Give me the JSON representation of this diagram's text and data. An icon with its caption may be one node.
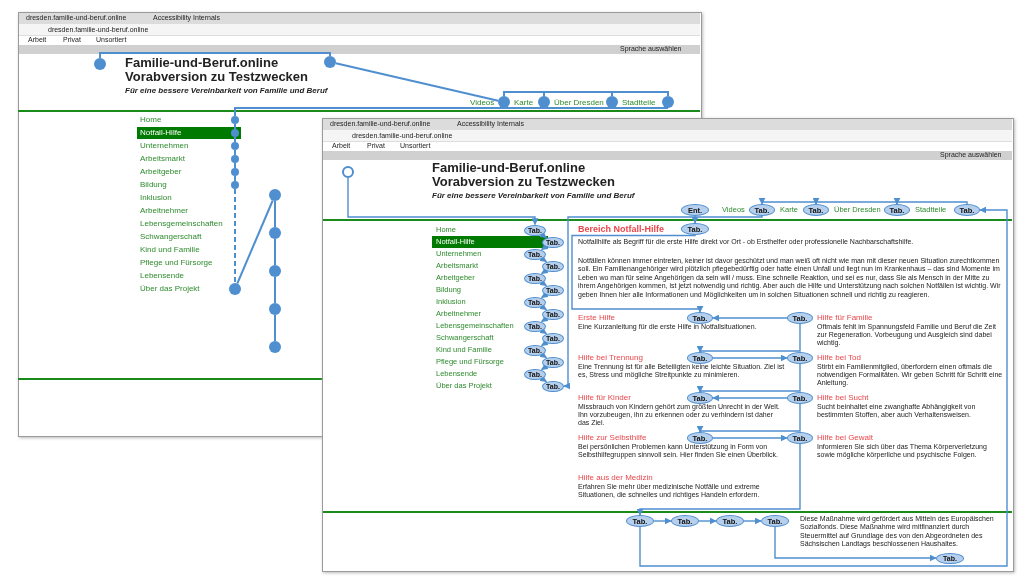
{
  "diagram": {
    "nodes": [
      {
        "text": [],
        "shape": "circle"
      },
      {
        "text": [],
        "shape": "circle"
      },
      {
        "text": [],
        "shape": "circle"
      },
      {
        "text": [],
        "shape": "circle"
      },
      {
        "text": [],
        "shape": "circle"
      },
      {
        "text": [],
        "shape": "circle"
      },
      {
        "text": [],
        "shape": "circle"
      },
      {
        "text": [],
        "shape": "circle"
      },
      {
        "text": [],
        "shape": "circle"
      },
      {
        "text": [],
        "shape": "circle"
      },
      {
        "text": [],
        "shape": "circle"
      },
      {
        "text": [],
        "shape": "circle"
      },
      {
        "text": [],
        "shape": "circle"
      },
      {
        "text": [],
        "shape": "circle"
      },
      {
        "text": [],
        "shape": "circle"
      },
      {
        "text": [],
        "shape": "circle"
      },
      {
        "text": [],
        "shape": "circle"
      },
      {
        "text": [],
        "shape": "circle"
      },
      {
        "text": [],
        "shape": "circle"
      },
      {
        "text": [
          "Tab."
        ]
      },
      {
        "text": [
          "Tab."
        ]
      },
      {
        "text": [
          "Tab."
        ]
      },
      {
        "text": [
          "Tab."
        ]
      },
      {
        "text": [
          "Tab."
        ]
      },
      {
        "text": [
          "Tab."
        ]
      },
      {
        "text": [
          "Tab."
        ]
      },
      {
        "text": [
          "Tab."
        ]
      },
      {
        "text": [
          "Tab."
        ]
      },
      {
        "text": [
          "Tab."
        ]
      },
      {
        "text": [
          "Tab."
        ]
      },
      {
        "text": [
          "Tab."
        ]
      },
      {
        "text": [
          "Tab."
        ]
      },
      {
        "text": [
          "Tab."
        ]
      },
      {
        "text": [
          "Ent."
        ]
      },
      {
        "text": [
          "Tab."
        ]
      },
      {
        "text": [
          "Tab."
        ]
      },
      {
        "text": [
          "Tab."
        ]
      },
      {
        "text": [
          "Tab."
        ]
      },
      {
        "text": [
          "Tab."
        ]
      },
      {
        "text": [
          "Tab."
        ]
      },
      {
        "text": [
          "Tab."
        ]
      },
      {
        "text": [
          "Tab."
        ]
      },
      {
        "text": [
          "Tab."
        ]
      },
      {
        "text": [
          "Tab."
        ]
      },
      {
        "text": [
          "Tab."
        ]
      },
      {
        "text": [
          "Tab."
        ]
      },
      {
        "text": [
          "Tab."
        ]
      },
      {
        "text": [
          "Tab."
        ]
      },
      {
        "text": [
          "Tab."
        ]
      },
      {
        "text": [
          "Tab."
        ]
      },
      {
        "text": [
          "Tab."
        ]
      },
      {
        "text": [
          "Tab."
        ]
      }
    ],
    "edges": [
      {
        "from": 0,
        "to": 1,
        "arrow": "none"
      },
      {
        "from": 1,
        "to": 2,
        "arrow": "none"
      },
      {
        "from": 2,
        "to": 3,
        "arrow": "none"
      },
      {
        "from": 3,
        "to": 4,
        "arrow": "none"
      },
      {
        "from": 4,
        "to": 5,
        "arrow": "none"
      },
      {
        "from": 5,
        "to": 6,
        "arrow": "none"
      },
      {
        "from": 6,
        "to": 7,
        "arrow": "none"
      },
      {
        "from": 7,
        "to": 8,
        "arrow": "none"
      },
      {
        "from": 8,
        "to": 9,
        "arrow": "none"
      },
      {
        "from": 9,
        "to": 10,
        "arrow": "none"
      },
      {
        "from": 10,
        "to": 11,
        "arrow": "none"
      },
      {
        "from": 11,
        "to": 12,
        "arrow": "none",
        "style": "dashed"
      },
      {
        "from": 12,
        "to": 13,
        "arrow": "none"
      },
      {
        "from": 13,
        "to": 14,
        "arrow": "none"
      },
      {
        "from": 14,
        "to": 15,
        "arrow": "none"
      },
      {
        "from": 15,
        "to": 16,
        "arrow": "none"
      },
      {
        "from": 16,
        "to": 17,
        "arrow": "none"
      },
      {
        "from": 18,
        "to": 19,
        "arrow": "to"
      },
      {
        "from": 19,
        "to": 20,
        "arrow": "to"
      },
      {
        "from": 20,
        "to": 21,
        "arrow": "to"
      },
      {
        "from": 21,
        "to": 22,
        "arrow": "to"
      },
      {
        "from": 22,
        "to": 23,
        "arrow": "to"
      },
      {
        "from": 23,
        "to": 24,
        "arrow": "to"
      },
      {
        "from": 24,
        "to": 25,
        "arrow": "to"
      },
      {
        "from": 25,
        "to": 26,
        "arrow": "to"
      },
      {
        "from": 26,
        "to": 27,
        "arrow": "to"
      },
      {
        "from": 27,
        "to": 28,
        "arrow": "to"
      },
      {
        "from": 28,
        "to": 29,
        "arrow": "to"
      },
      {
        "from": 29,
        "to": 30,
        "arrow": "to"
      },
      {
        "from": 30,
        "to": 31,
        "arrow": "to"
      },
      {
        "from": 31,
        "to": 32,
        "arrow": "to"
      },
      {
        "from": 33,
        "to": 34,
        "arrow": "to"
      },
      {
        "from": 34,
        "to": 35,
        "arrow": "to"
      },
      {
        "from": 36,
        "to": 35,
        "arrow": "to"
      },
      {
        "from": 36,
        "to": 37,
        "arrow": "to"
      },
      {
        "from": 37,
        "to": 38,
        "arrow": "to"
      },
      {
        "from": 38,
        "to": 39,
        "arrow": "to"
      },
      {
        "from": 40,
        "to": 39,
        "arrow": "to"
      },
      {
        "from": 40,
        "to": 41,
        "arrow": "to"
      },
      {
        "from": 41,
        "to": 42,
        "arrow": "to"
      },
      {
        "from": 42,
        "to": 47,
        "arrow": "to"
      },
      {
        "from": 47,
        "to": 48,
        "arrow": "to"
      },
      {
        "from": 48,
        "to": 49,
        "arrow": "to"
      },
      {
        "from": 49,
        "to": 50,
        "arrow": "to"
      },
      {
        "from": 50,
        "to": 51,
        "arrow": "to"
      },
      {
        "from": 47,
        "to": 46,
        "arrow": "to"
      },
      {
        "from": 46,
        "to": 45,
        "arrow": "to"
      },
      {
        "from": 45,
        "to": 44,
        "arrow": "to"
      },
      {
        "from": 44,
        "to": 43,
        "arrow": "to"
      },
      {
        "from": 43,
        "to": 32,
        "arrow": "to"
      }
    ],
    "labels": [
      "dresden.familie-und-beruf.online",
      "Accessibility Internals",
      "dresden.familie-und-beruf.online",
      "Arbeit",
      "Privat",
      "Unsortiert",
      "Sprache auswählen",
      "Familie-und-Beruf.online",
      "Vorabversion zu Testzwecken",
      "Für eine bessere Vereinbarkeit von Familie und Beruf",
      "Videos",
      "Karte",
      "Über Dresden",
      "Stadtteile",
      "Home",
      "Notfall-Hilfe",
      "Unternehmen",
      "Arbeitsmarkt",
      "Arbeitgeber",
      "Bildung",
      "Inklusion",
      "Arbeitnehmer",
      "Lebensgemeinschaften",
      "Schwangerschaft",
      "Kind und Familie",
      "Pflege und Fürsorge",
      "Lebensende",
      "Über das Projekt",
      "dresden.familie-und-beruf.online",
      "Accessibility Internals",
      "dresden.familie-und-beruf.online",
      "Arbeit",
      "Privat",
      "Unsortiert",
      "Sprache auswählen",
      "Familie-und-Beruf.online",
      "Vorabversion zu Testzwecken",
      "Für eine bessere Vereinbarkeit von Familie und Beruf",
      "Videos",
      "Karte",
      "Über Dresden",
      "Stadtteile",
      "Home",
      "Notfall-Hilfe",
      "Unternehmen",
      "Arbeitsmarkt",
      "Arbeitgeber",
      "Bildung",
      "Inklusion",
      "Arbeitnehmer",
      "Lebensgemeinschaften",
      "Schwangerschaft",
      "Kind und Familie",
      "Pflege und Fürsorge",
      "Lebensende",
      "Über das Projekt",
      "Bereich Notfall-Hilfe",
      "Notfallhilfe als Begriff für die erste Hilfe direkt vor Ort - ob Ersthelfer oder professionelle Nachbarschaftshilfe.",
      "Notfällen können immer eintreten, keiner ist davor geschützt und man weiß oft nicht wie man mit dieser neuen Situation zurechtkommen soll. Ein Familienangehöriger wird plötzlich pflegebedürftig oder hatte einen Unfall und liegt nun im Krankenhaus – das sind Momente im Leben wo man für seine Angehörigen da sein will / muss. Eine schnelle Reaktion, und sei es nur, dass Sie als Mensch in der Mitte zu ihrem Angehörigen kommen, ist jetzt notwendig und richtig. Aber auch die Hilfe und Unterstützung nach solchen Notfällen ist wichtig. Wir geben Ihnen hier alle Informationen und Möglichkeiten um in solchen Situationen schnell und richtig zu reagieren.",
      "Erste Hilfe",
      "Eine Kurzanleitung für die erste Hilfe in Notfallsituationen.",
      "Hilfe für Familie",
      "Oftmals fehlt im Spannungsfeld Familie und Beruf die Zeit zur Regeneration. Vorbeugung und Ausgleich sind dabei wichtig.",
      "Hilfe bei Trennung",
      "Eine Trennung ist für alle Beteiligten keine leichte Situation. Ziel ist es, Stress und mögliche Streitpunkte zu minimieren.",
      "Hilfe bei Tod",
      "Stirbt ein Familienmitglied, überfordern einen oftmals die notwendigen Formalitäten. Wir geben Schritt für Schritt eine Anleitung.",
      "Hilfe für Kinder",
      "Missbrauch von Kindern gehört zum größten Unrecht in der Welt. Ihn vorzubeugen, ihn zu erkennen oder zu verhindern ist daher das Ziel.",
      "Hilfe bei Sucht",
      "Sucht beinhaltet eine zwanghafte Abhängigkeit von bestimmten Stoffen, aber auch Verhaltensweisen.",
      "Hilfe zur Selbsthilfe",
      "Bei persönlichen Problemen kann Unterstützung in Form von Selbsthilfegruppen sinnvoll sein. Hier finden Sie einen Überblick.",
      "Hilfe bei Gewalt",
      "Informieren Sie sich über das Thema Körperverletzung sowie mögliche körperliche und psychische Folgen.",
      "Hilfe aus der Medizin",
      "Erfahren Sie mehr über medizinische Notfälle und extreme Situationen, die schnelles und richtiges Handeln erfordern.",
      "Diese Maßnahme wird gefördert aus Mitteln des Europäischen Sozialfonds. Diese Maßnahme wird mitfinanziert durch Steuermittel auf Grundlage des von den Abgeordneten des Sächsischen Landtags beschlossenen Haushaltes."
    ]
  }
}
